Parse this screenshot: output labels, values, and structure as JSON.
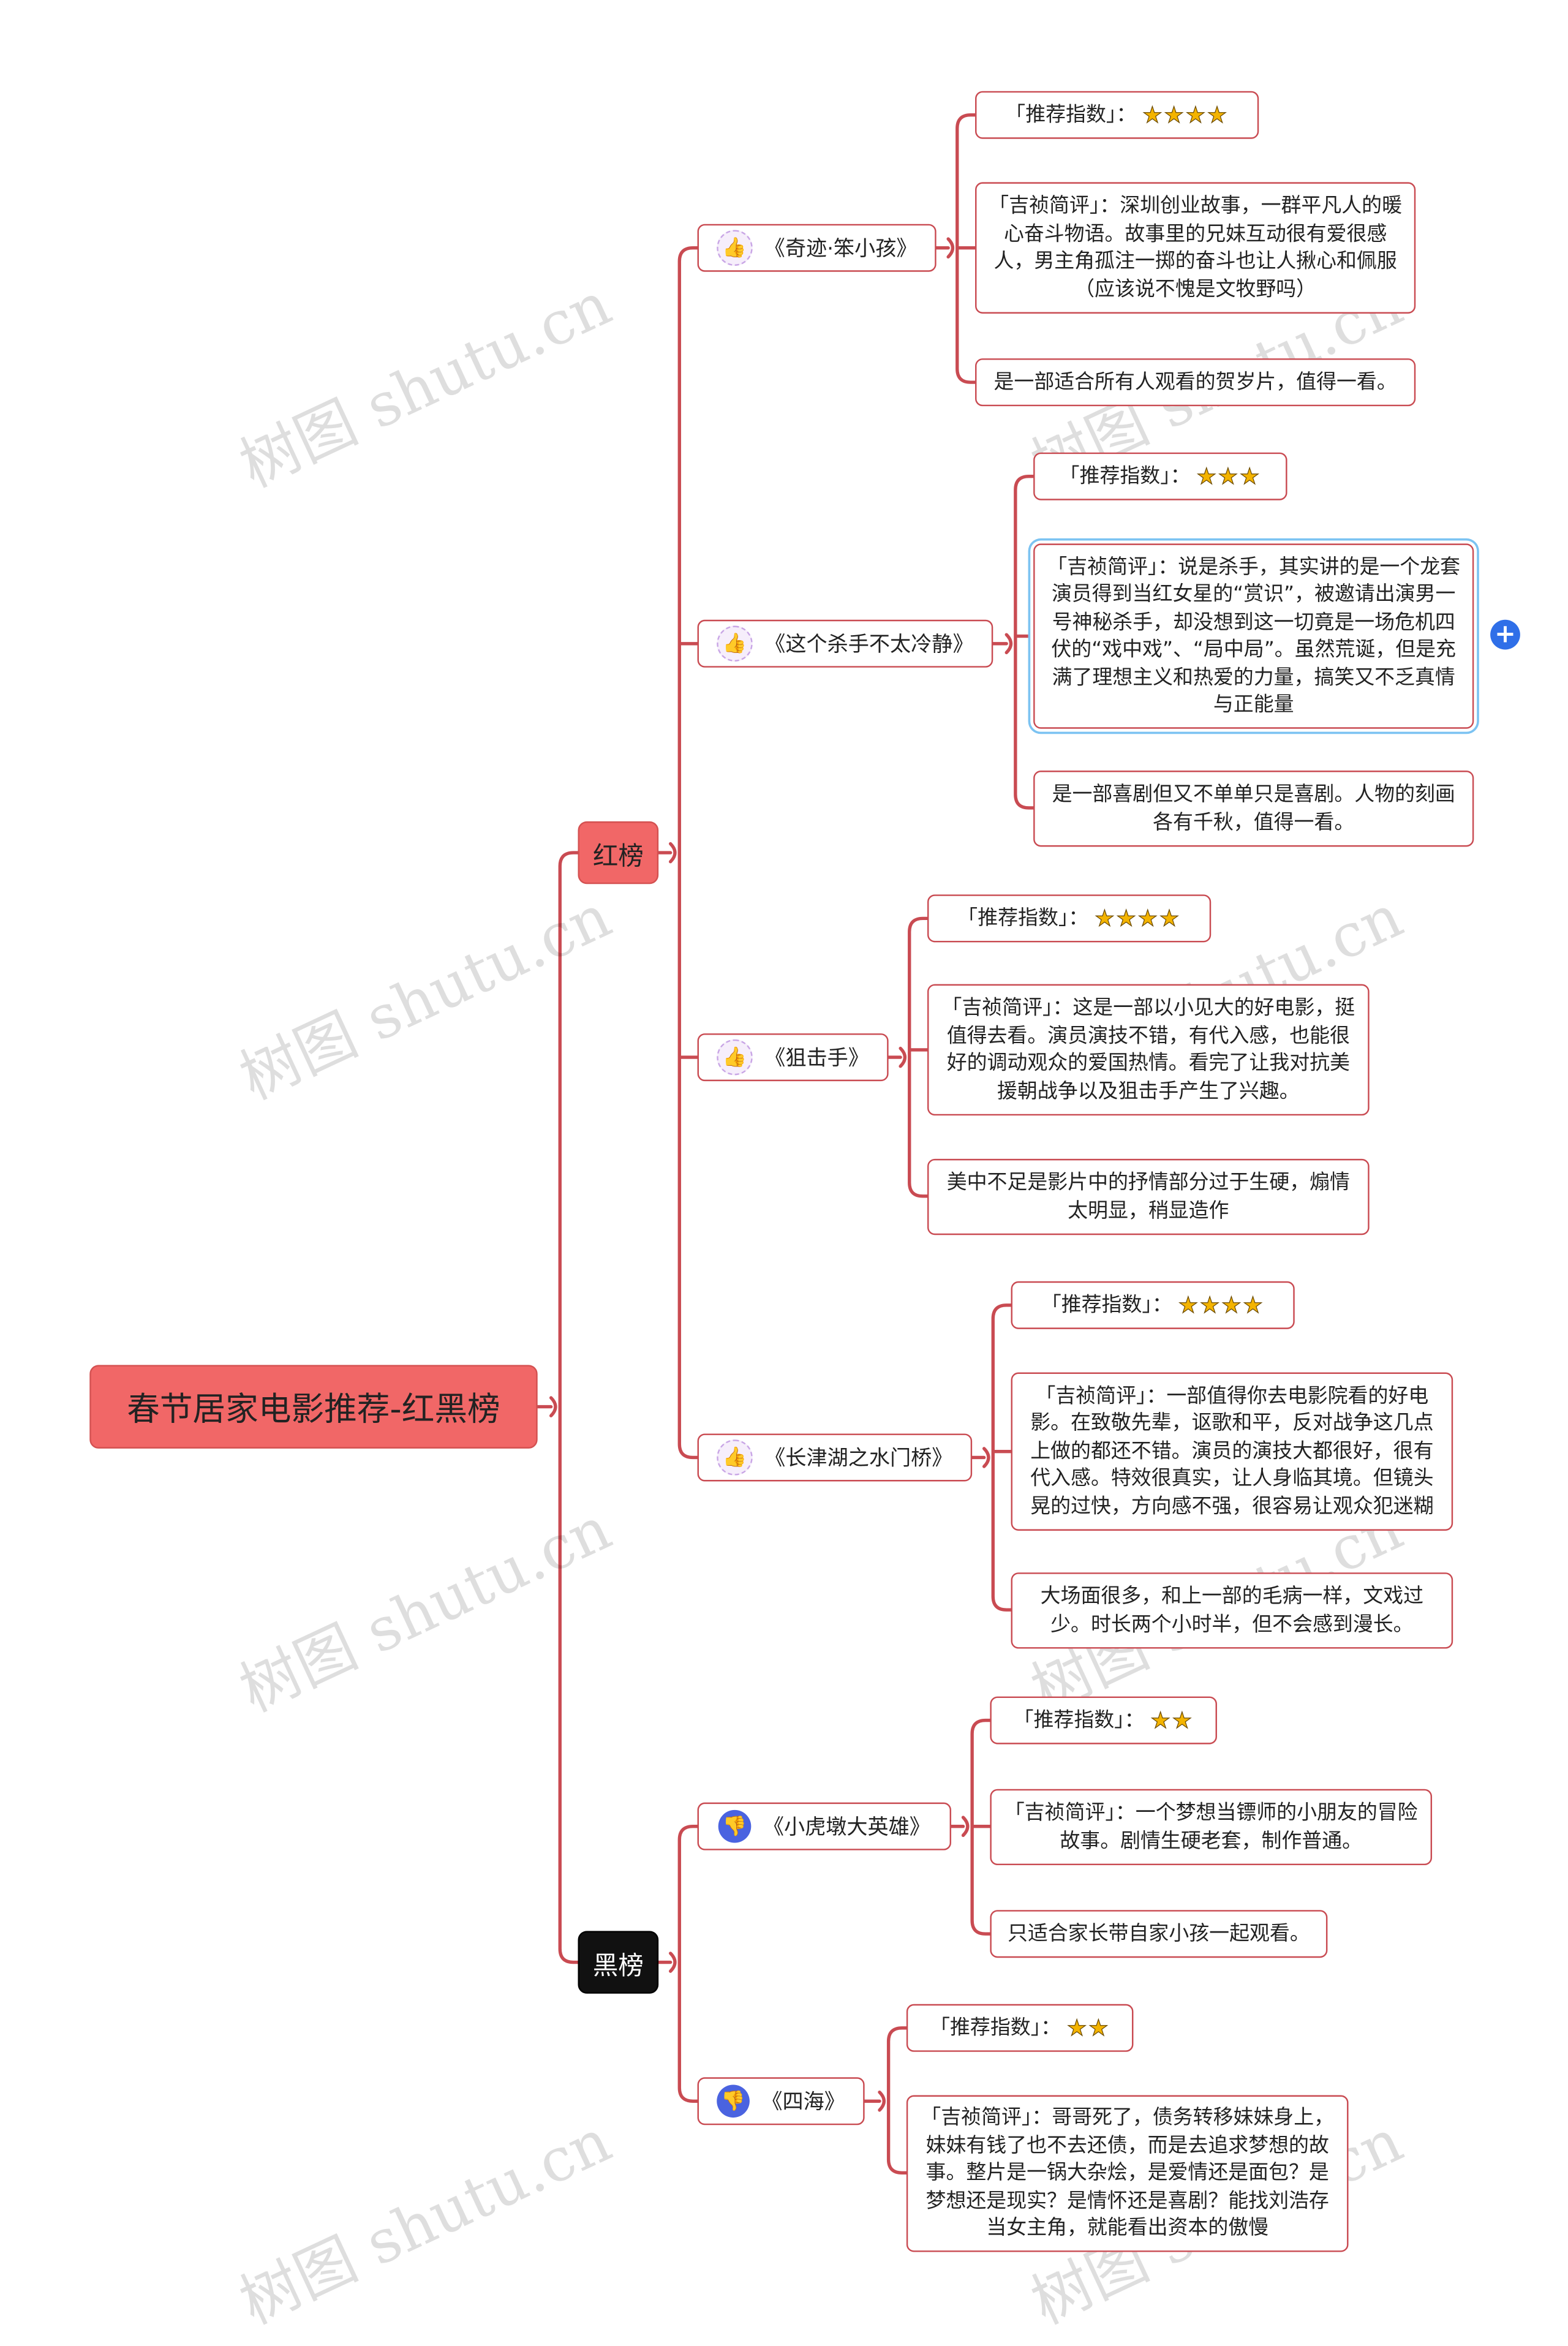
{
  "root": "春节居家电影推荐-红黑榜",
  "categories": [
    {
      "label": "红榜",
      "movies": [
        {
          "title": "《奇迹·笨小孩》",
          "icon": "thumbs-up-icon",
          "rating_label": "「推荐指数」：",
          "stars": 4,
          "review": "「吉祯简评」：深圳创业故事，一群平凡人的暖心奋斗物语。故事里的兄妹互动很有爱很感人，男主角孤注一掷的奋斗也让人揪心和佩服（应该说不愧是文牧野吗）",
          "comment": "是一部适合所有人观看的贺岁片，值得一看。"
        },
        {
          "title": "《这个杀手不太冷静》",
          "icon": "thumbs-up-icon",
          "rating_label": "「推荐指数」：",
          "stars": 3,
          "review": "「吉祯简评」：说是杀手，其实讲的是一个龙套演员得到当红女星的“赏识”，被邀请出演男一号神秘杀手，却没想到这一切竟是一场危机四伏的“戏中戏”、“局中局”。虽然荒诞，但是充满了理想主义和热爱的力量，搞笑又不乏真情与正能量",
          "comment": "是一部喜剧但又不单单只是喜剧。人物的刻画各有千秋，值得一看。"
        },
        {
          "title": "《狙击手》",
          "icon": "thumbs-up-icon",
          "rating_label": "「推荐指数」：",
          "stars": 4,
          "review": "「吉祯简评」：这是一部以小见大的好电影，挺值得去看。演员演技不错，有代入感，也能很好的调动观众的爱国热情。看完了让我对抗美援朝战争以及狙击手产生了兴趣。",
          "comment": "美中不足是影片中的抒情部分过于生硬，煽情太明显，稍显造作"
        },
        {
          "title": "《长津湖之水门桥》",
          "icon": "thumbs-up-icon",
          "rating_label": "「推荐指数」：",
          "stars": 4,
          "review": "「吉祯简评」：一部值得你去电影院看的好电影。在致敬先辈，讴歌和平，反对战争这几点上做的都还不错。演员的演技大都很好，很有代入感。特效很真实，让人身临其境。但镜头晃的过快，方向感不强，很容易让观众犯迷糊",
          "comment": "大场面很多，和上一部的毛病一样，文戏过少。时长两个小时半，但不会感到漫长。"
        }
      ]
    },
    {
      "label": "黑榜",
      "movies": [
        {
          "title": "《小虎墩大英雄》",
          "icon": "thumbs-down-icon",
          "rating_label": "「推荐指数」：",
          "stars": 2,
          "review": "「吉祯简评」：一个梦想当镖师的小朋友的冒险故事。剧情生硬老套，制作普通。",
          "comment": "只适合家长带自家小孩一起观看。"
        },
        {
          "title": "《四海》",
          "icon": "thumbs-down-icon",
          "rating_label": "「推荐指数」：",
          "stars": 2,
          "review": "「吉祯简评」：哥哥死了，债务转移妹妹身上，妹妹有钱了也不去还债，而是去追求梦想的故事。整片是一锅大杂烩，是爱情还是面包？是梦想还是现实？是情怀还是喜剧？能找刘浩存当女主角，就能看出资本的傲慢"
        }
      ]
    }
  ],
  "watermark": "树图 shutu.cn",
  "colors": {
    "line": "#c94b52",
    "root_fill": "#f16767",
    "black_fill": "#111111",
    "star": "#f4b400"
  }
}
